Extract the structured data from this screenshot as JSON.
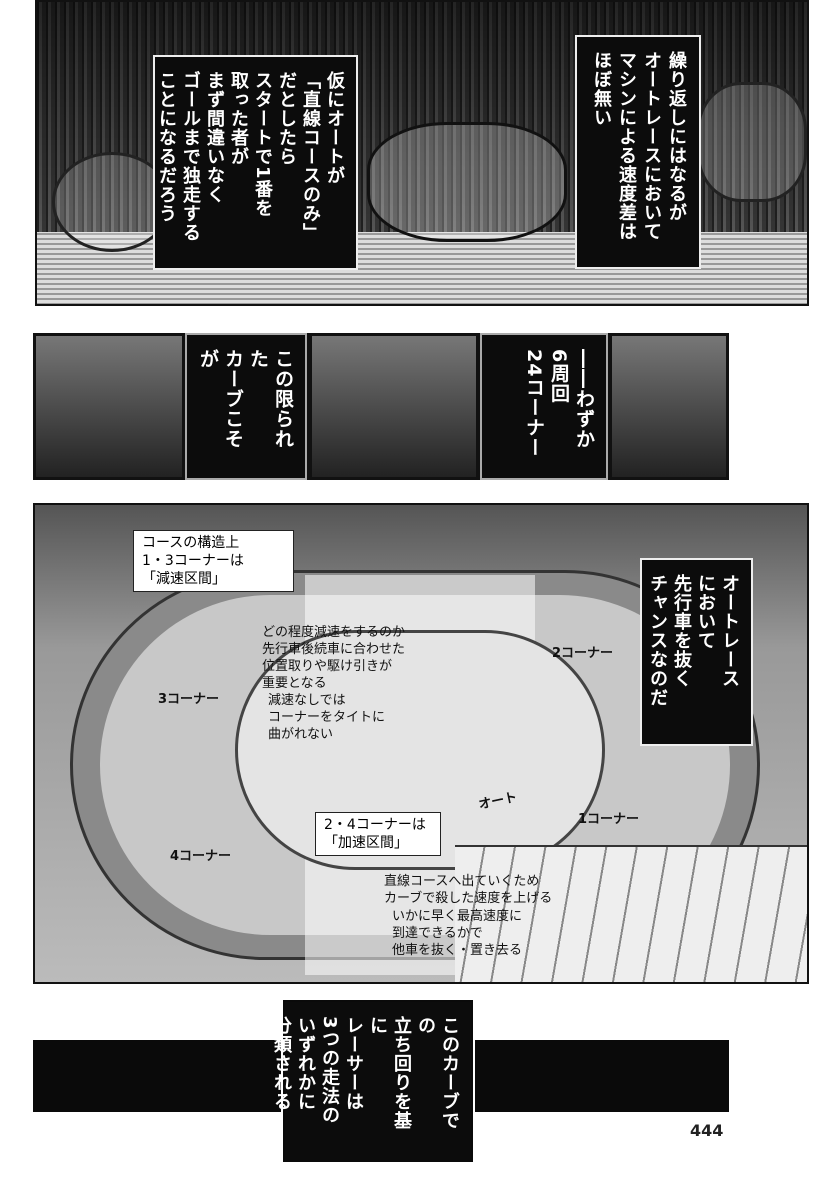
{
  "panel1": {
    "caption_left": "仮にオートが\n「直線コースのみ」\nだとしたら\nスタートで1番を\n取った者が\nまず間違いなく\nゴールまで独走する\nことになるだろう",
    "caption_right": "繰り返しにはなるが\nオートレースにおいて\nマシンによる速度差は\nほぼ無い"
  },
  "panel2": {
    "caption_left": "この限られた\nカーブこそが",
    "caption_right": "――わずか\n6周回\n24コーナー"
  },
  "panel3": {
    "box_13": "コースの構造上\n1・3コーナーは\n「減速区間」",
    "caption": "オートレース\nにおいて\n先行車を抜く\nチャンスなのだ",
    "corner_1": "1コーナー",
    "corner_2": "2コーナー",
    "corner_3": "3コーナー",
    "corner_4": "4コーナー",
    "note_decel": "どの程度減速をするのか\n先行車後続車に合わせた\n位置取りや駆け引きが\n重要となる",
    "note_nodecel": "減速なしでは\nコーナーをタイトに\n曲がれない",
    "box_24": "2・4コーナーは\n「加速区間」",
    "note_accel": "直線コースへ出ていくため\nカーブで殺した速度を上げる",
    "note_reach": "いかに早く最高速度に\n到達できるかで\n他車を抜く・置き去る",
    "track_sign": "オート"
  },
  "panel4": {
    "caption": "このカーブでの\n立ち回りを基に\nレーサーは\n3つの走法の\nいずれかに\n分類される"
  },
  "page_number": "444"
}
